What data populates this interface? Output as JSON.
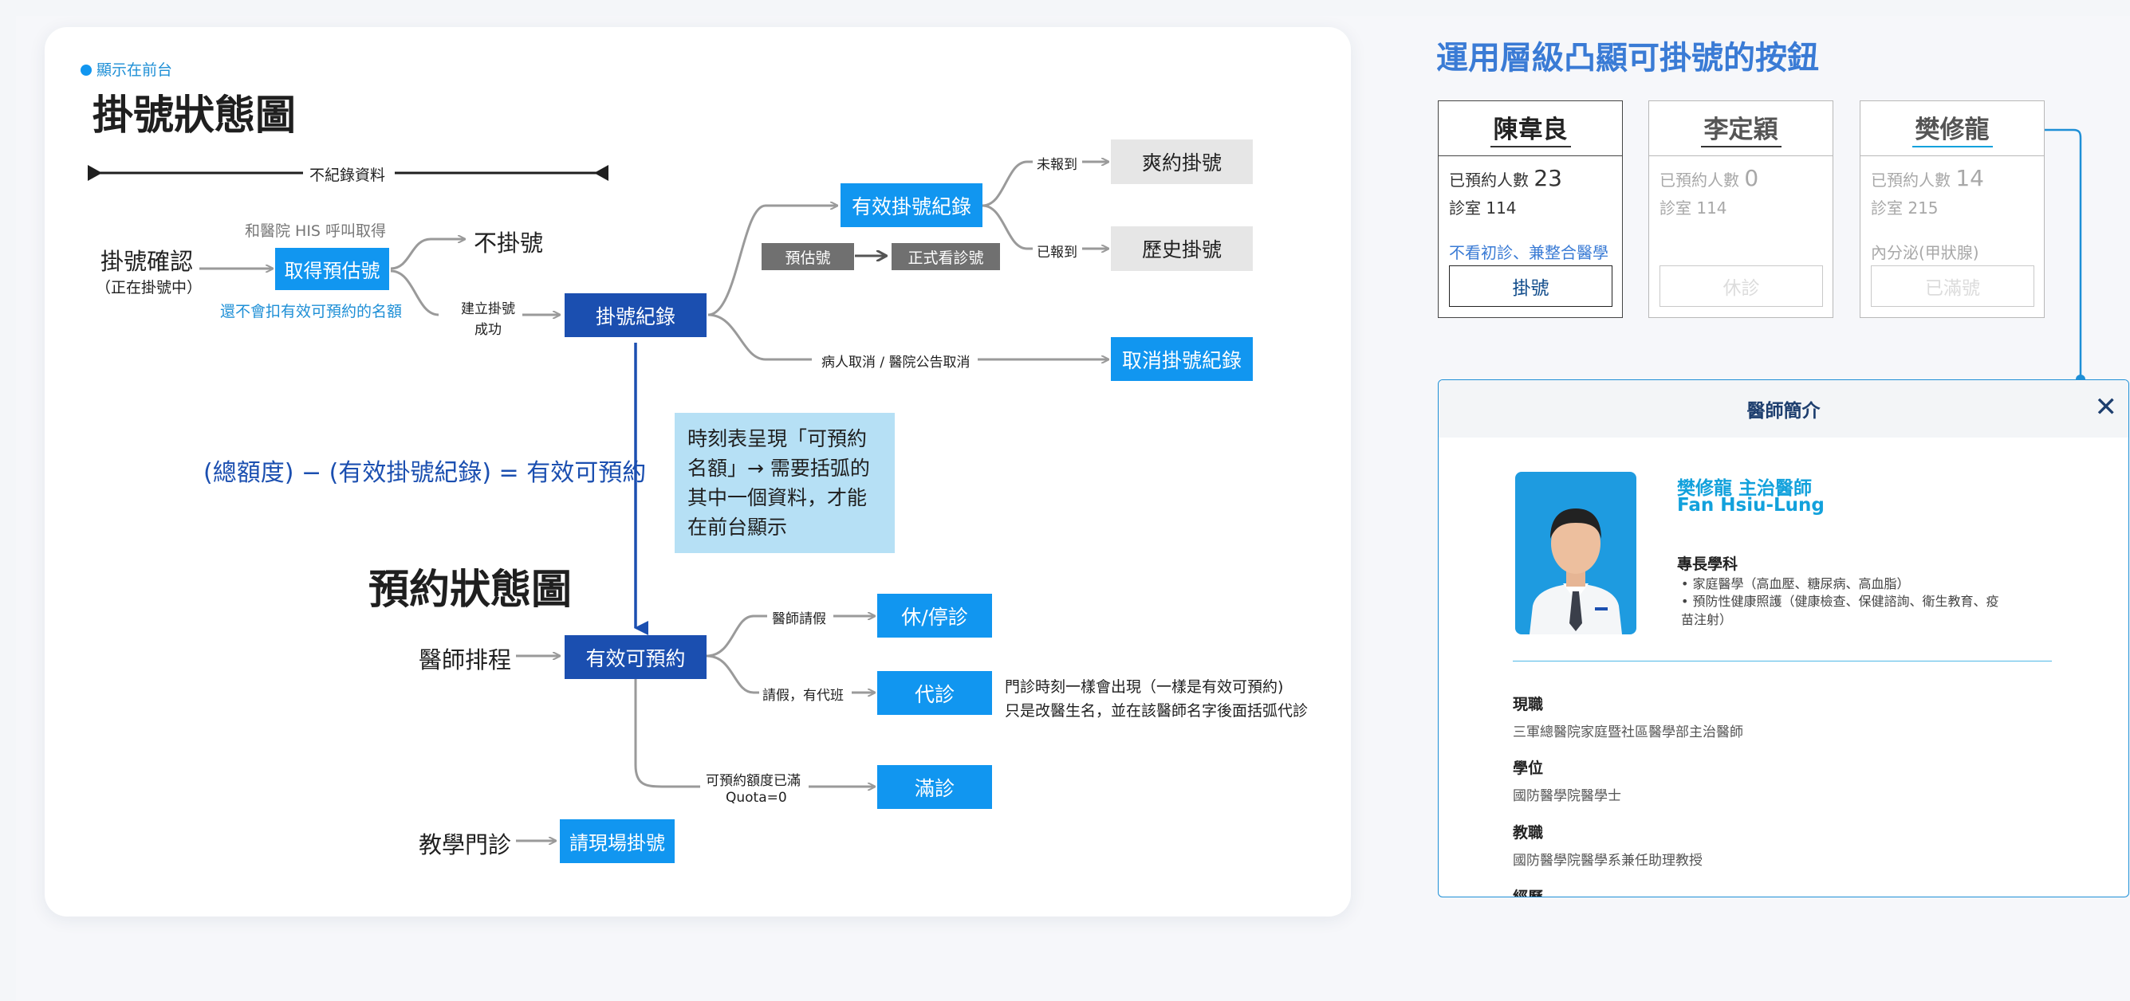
{
  "status_label": "顯示在前台",
  "title_main": "掛號狀態圖",
  "title_booking": "預約狀態圖",
  "no_record_label": "不紀錄資料",
  "reg_confirm": "掛號確認",
  "reg_confirm_sub": "（正在掛號中）",
  "his_note": "和醫院 HIS 呼叫取得",
  "get_estimate": "取得預估號",
  "no_deduct_note": "還不會扣有效可預約的名額",
  "no_register": "不掛號",
  "build_success_1": "建立掛號",
  "build_success_2": "成功",
  "reg_record": "掛號紀錄",
  "valid_record": "有效掛號紀錄",
  "estimate_no": "預估號",
  "official_no": "正式看診號",
  "not_arrived": "未報到",
  "arrived": "已報到",
  "missed": "爽約掛號",
  "history": "歷史掛號",
  "cancel_reason": "病人取消 / 醫院公告取消",
  "cancel_record": "取消掛號紀錄",
  "formula": "(總額度) − (有效掛號紀錄) = 有效可預約",
  "note_text": "時刻表呈現「可預約名額」→ 需要括弧的其中一個資料，才能在前台顯示",
  "doctor_schedule": "醫師排程",
  "valid_booking": "有效可預約",
  "doc_leave": "醫師請假",
  "stop": "休/停診",
  "leave_sub": "請假，有代班",
  "substitute": "代診",
  "sub_note_1": "門診時刻一樣會出現（一樣是有效可預約)",
  "sub_note_2": "只是改醫生名，並在該醫師名字後面括弧代診",
  "quota_full_1": "可預約額度已滿",
  "quota_full_2": "Quota=0",
  "full": "滿診",
  "teaching": "教學門診",
  "onsite": "請現場掛號",
  "right_title": "運用層級凸顯可掛號的按鈕",
  "doctors": [
    {
      "name": "陳韋良",
      "booked_label": "已預約人數",
      "booked": "23",
      "room": "診室 114",
      "extra": "不看初診、兼整合醫學",
      "button": "掛號"
    },
    {
      "name": "李定穎",
      "booked_label": "已預約人數",
      "booked": "0",
      "room": "診室 114",
      "extra": "",
      "button": "休診"
    },
    {
      "name": "樊修龍",
      "booked_label": "已預約人數",
      "booked": "14",
      "room": "診室 215",
      "extra": "內分泌(甲狀腺)",
      "button": "已滿號"
    }
  ],
  "profile": {
    "header": "醫師簡介",
    "close": "✕",
    "name_zh": "樊修龍 主治醫師",
    "name_en": "Fan Hsiu-Lung",
    "specialty_title": "專長學科",
    "specialties": [
      "家庭醫學（高血壓、糖尿病、高血脂）",
      "預防性健康照護（健康檢查、保健諮詢、衛生教育、疫苗注射）"
    ],
    "current_title": "現職",
    "current": "三軍總醫院家庭暨社區醫學部主治醫師",
    "degree_title": "學位",
    "degree": "國防醫學院醫學士",
    "teaching_title": "教職",
    "teaching": "國防醫學院醫學系兼任助理教授",
    "experience_title": "經歷"
  },
  "colors": {
    "light_blue": "#1196f0",
    "dark_blue": "#1b4fb0",
    "note_blue": "#b6e0f5",
    "gray_box": "#e6e6e6",
    "dark_gray_box": "#707070",
    "accent": "#12a1dc"
  },
  "icons": [
    "status-dot-icon",
    "arrow-icon",
    "close-icon",
    "doctor-photo"
  ]
}
